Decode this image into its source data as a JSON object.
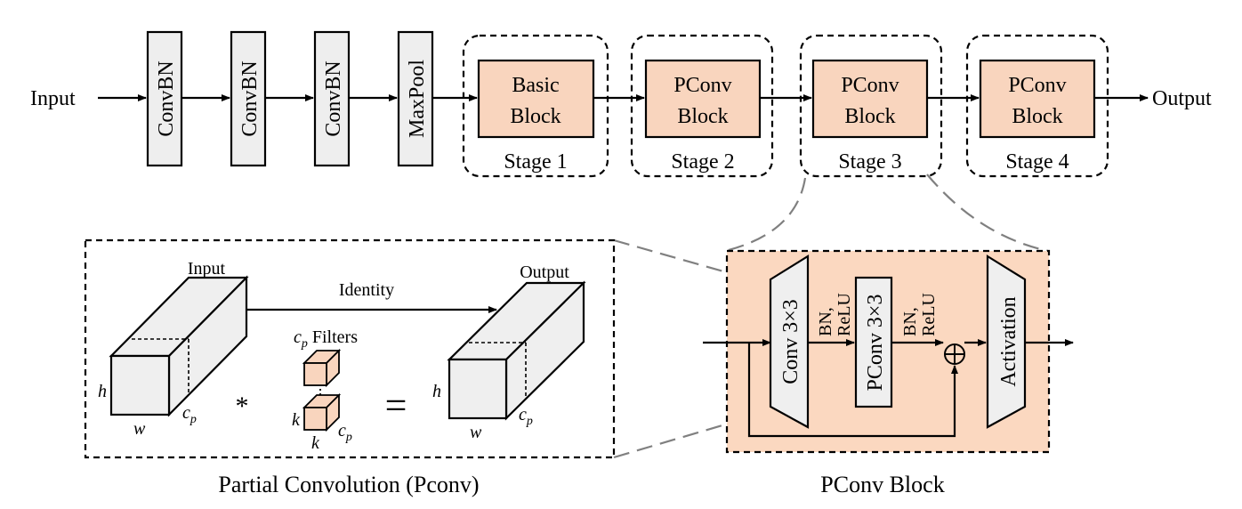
{
  "pipeline": {
    "input_label": "Input",
    "output_label": "Output",
    "layers": [
      "ConvBN",
      "ConvBN",
      "ConvBN",
      "MaxPool"
    ],
    "stages": [
      {
        "block_line1": "Basic",
        "block_line2": "Block",
        "label": "Stage 1"
      },
      {
        "block_line1": "PConv",
        "block_line2": "Block",
        "label": "Stage 2"
      },
      {
        "block_line1": "PConv",
        "block_line2": "Block",
        "label": "Stage 3"
      },
      {
        "block_line1": "PConv",
        "block_line2": "Block",
        "label": "Stage 4"
      }
    ]
  },
  "pconv_detail": {
    "caption": "Partial Convolution (Pconv)",
    "input_label": "Input",
    "output_label": "Output",
    "identity_label": "Identity",
    "filters_label_var": "c",
    "filters_label_sub": "p",
    "filters_label_text": "Filters",
    "conv_op": "*",
    "equals": "=",
    "dim_h": "h",
    "dim_w": "w",
    "dim_k": "k",
    "dim_c": "c",
    "dim_c_sub": "p"
  },
  "pconv_block": {
    "caption": "PConv Block",
    "conv_label": "Conv 3×3",
    "pconv_label": "PConv 3×3",
    "bn_relu_line1": "BN,",
    "bn_relu_line2": "ReLU",
    "activation_label": "Activation",
    "sum_symbol": "⊕"
  },
  "colors": {
    "block_fill": "#f9d5be",
    "layer_fill": "#eeeeee",
    "detail_fill": "#fbd8c0",
    "cube_fill": "#efefef",
    "connector": "#808080"
  }
}
